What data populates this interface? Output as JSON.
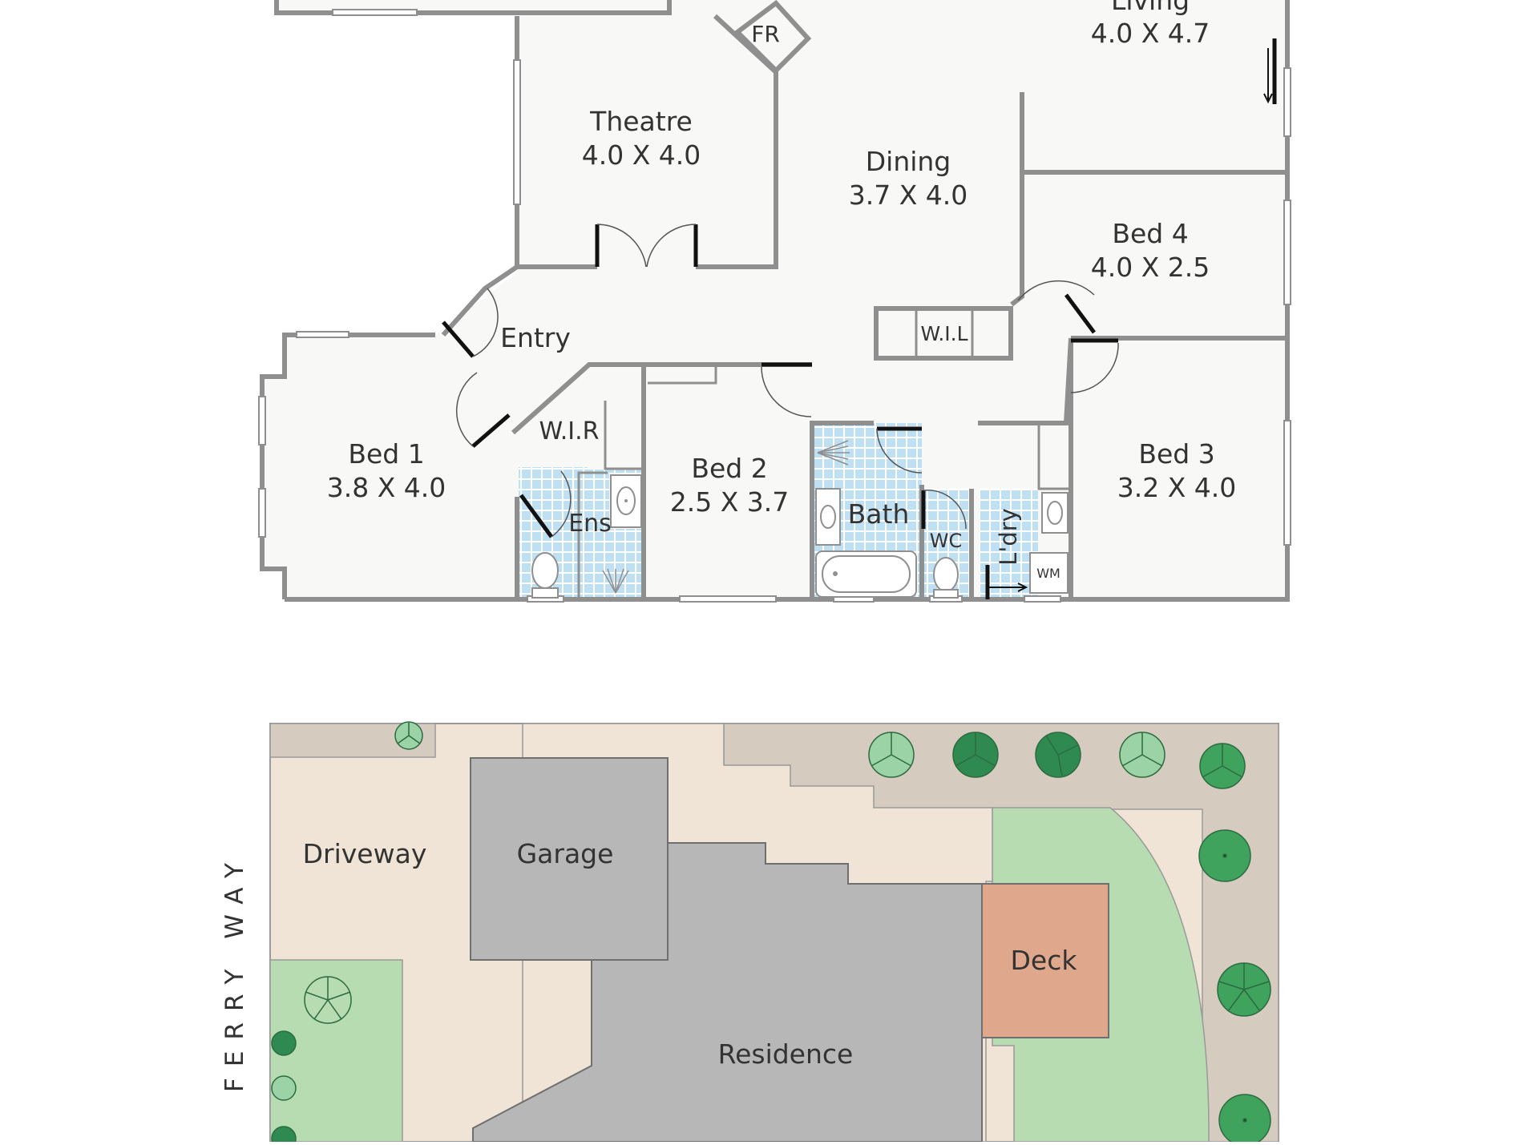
{
  "floor_plan": {
    "rooms": [
      {
        "id": "living",
        "name": "Living",
        "size": "4.0 X 4.7"
      },
      {
        "id": "theatre",
        "name": "Theatre",
        "size": "4.0 X 4.0"
      },
      {
        "id": "dining",
        "name": "Dining",
        "size": "3.7 X 4.0"
      },
      {
        "id": "bed4",
        "name": "Bed 4",
        "size": "4.0 X 2.5"
      },
      {
        "id": "bed1",
        "name": "Bed 1",
        "size": "3.8 X 4.0"
      },
      {
        "id": "bed2",
        "name": "Bed 2",
        "size": "2.5 X 3.7"
      },
      {
        "id": "bed3",
        "name": "Bed 3",
        "size": "3.2 X 4.0"
      }
    ],
    "labels": {
      "entry": "Entry",
      "wil": "W.I.L",
      "wir": "W.I.R",
      "ens": "Ens",
      "bath": "Bath",
      "wc": "WC",
      "laundry": "L'dry",
      "wm": "WM",
      "fr": "FR"
    }
  },
  "site_plan": {
    "street": "FERRY WAY",
    "areas": {
      "driveway": "Driveway",
      "garage": "Garage",
      "deck": "Deck",
      "residence": "Residence"
    }
  },
  "colors": {
    "wall": "#8f8f8f",
    "floor": "#f8f8f6",
    "wet_area_tile": "#bfe0f2",
    "paving": "#efe4d5",
    "garden_bed": "#d6cbbf",
    "lawn": "#b8dcb2",
    "garage": "#b7b7b7",
    "residence": "#b7b7b7",
    "deck": "#dfa88c",
    "tree_dark": "#2f8a52",
    "tree_light": "#9bd3a6"
  }
}
